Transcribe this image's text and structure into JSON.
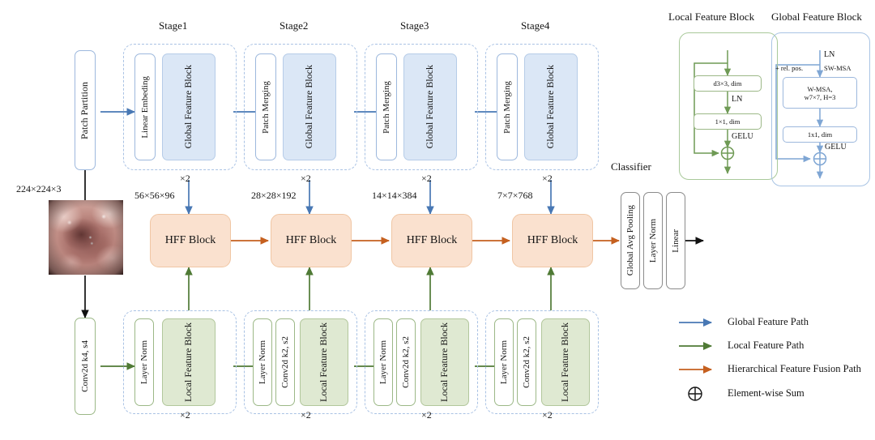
{
  "diagram": {
    "title": "HFF hierarchical global-local feature fusion network architecture",
    "input": {
      "dims_label": "224×224×3",
      "image_name": "endoscopy-sample-image",
      "patch_partition": "Patch Partition",
      "conv_stem": "Conv2d k4, s4"
    },
    "global_branch": {
      "stages": [
        {
          "stage_label": "Stage1",
          "first_op": "Linear Embeding",
          "block": "Global Feature Block",
          "repeat": "×2",
          "out_dims": "56×56×96"
        },
        {
          "stage_label": "Stage2",
          "first_op": "Patch Merging",
          "block": "Global Feature Block",
          "repeat": "×2",
          "out_dims": "28×28×192"
        },
        {
          "stage_label": "Stage3",
          "first_op": "Patch Merging",
          "block": "Global Feature Block",
          "repeat": "×2",
          "out_dims": "14×14×384"
        },
        {
          "stage_label": "Stage4",
          "first_op": "Patch Merging",
          "block": "Global Feature Block",
          "repeat": "×2",
          "out_dims": "7×7×768"
        }
      ]
    },
    "fusion_row": {
      "blocks": [
        "HFF Block",
        "HFF Block",
        "HFF Block",
        "HFF Block"
      ]
    },
    "local_branch": {
      "stages": [
        {
          "norm": "Layer Norm",
          "downsample": "",
          "block": "Local Feature Block",
          "repeat": "×2"
        },
        {
          "norm": "Layer Norm",
          "downsample": "Conv2d k2, s2",
          "block": "Local Feature Block",
          "repeat": "×2"
        },
        {
          "norm": "Layer Norm",
          "downsample": "Conv2d k2, s2",
          "block": "Local Feature Block",
          "repeat": "×2"
        },
        {
          "norm": "Layer Norm",
          "downsample": "Conv2d k2, s2",
          "block": "Local Feature Block",
          "repeat": "×2"
        }
      ]
    },
    "classifier": {
      "title": "Classifier",
      "layers": [
        "Global Avg Pooling",
        "Layer Norm",
        "Linear"
      ]
    },
    "detail_local": {
      "title": "Local Feature Block",
      "op1": "d3×3, dim",
      "mid_label": "LN",
      "op2": "1×1, dim",
      "act_label": "GELU",
      "sum_icon": "element-wise-sum"
    },
    "detail_global": {
      "title": "Global Feature Block",
      "ln_label": "LN",
      "relpos_label": "+ rel. pos.",
      "swmsa_label": "SW-MSA",
      "op1_line1": "W-MSA,",
      "op1_line2": "w7×7, H=3",
      "op2": "1x1, dim",
      "act_label": "GELU",
      "sum_icon": "element-wise-sum"
    },
    "legend": {
      "items": [
        {
          "label": "Global Feature Path",
          "kind": "arrow",
          "color": "#4878b4"
        },
        {
          "label": "Local Feature Path",
          "kind": "arrow",
          "color": "#4f7a35"
        },
        {
          "label": "Hierarchical Feature Fusion Path",
          "kind": "arrow",
          "color": "#c5601f"
        },
        {
          "label": "Element-wise Sum",
          "kind": "sum",
          "color": "#141414"
        }
      ]
    },
    "colors": {
      "global_path": "#4878b4",
      "local_path": "#4f7a35",
      "fusion_path": "#c5601f",
      "input_path": "#111111",
      "global_fill": "#dbe7f6",
      "local_fill": "#dfe9d2",
      "hff_fill": "#fae1cf",
      "stage_dash": "#a9c2e4"
    }
  }
}
